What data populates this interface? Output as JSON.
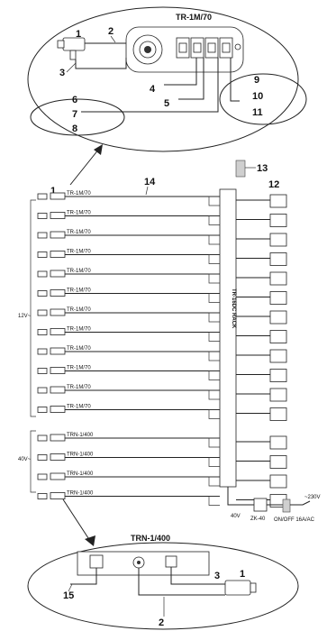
{
  "top_panel": {
    "title": "TR-1M/70",
    "callouts": [
      "1",
      "2",
      "3",
      "4",
      "5"
    ],
    "left_box_numbers": [
      "6",
      "7",
      "8"
    ],
    "right_box_numbers": [
      "9",
      "10",
      "11"
    ]
  },
  "middle": {
    "callout_left": "1",
    "callout_line": "14",
    "callout_rack_top": "13",
    "callout_monitors": "12",
    "rack_label": "TR-16DC RACK",
    "voltage_12": "12V~",
    "voltage_40": "40V~",
    "tr_units": [
      "TR-1M/70",
      "TR-1M/70",
      "TR-1M/70",
      "TR-1M/70",
      "TR-1M/70",
      "TR-1M/70",
      "TR-1M/70",
      "TR-1M/70",
      "TR-1M/70",
      "TR-1M/70",
      "TR-1M/70",
      "TR-1M/70"
    ],
    "trn_units": [
      "TRN-1/400",
      "TRN-1/400",
      "TRN-1/400",
      "TRN-1/400"
    ],
    "psu_40v_label": "40V",
    "psu_model": "ZK-40",
    "mains_label": "~230V",
    "switch_label": "ON/OFF 16A/AC"
  },
  "bottom_panel": {
    "title": "TRN-1/400",
    "callouts": [
      "1",
      "2",
      "3",
      "15"
    ]
  }
}
